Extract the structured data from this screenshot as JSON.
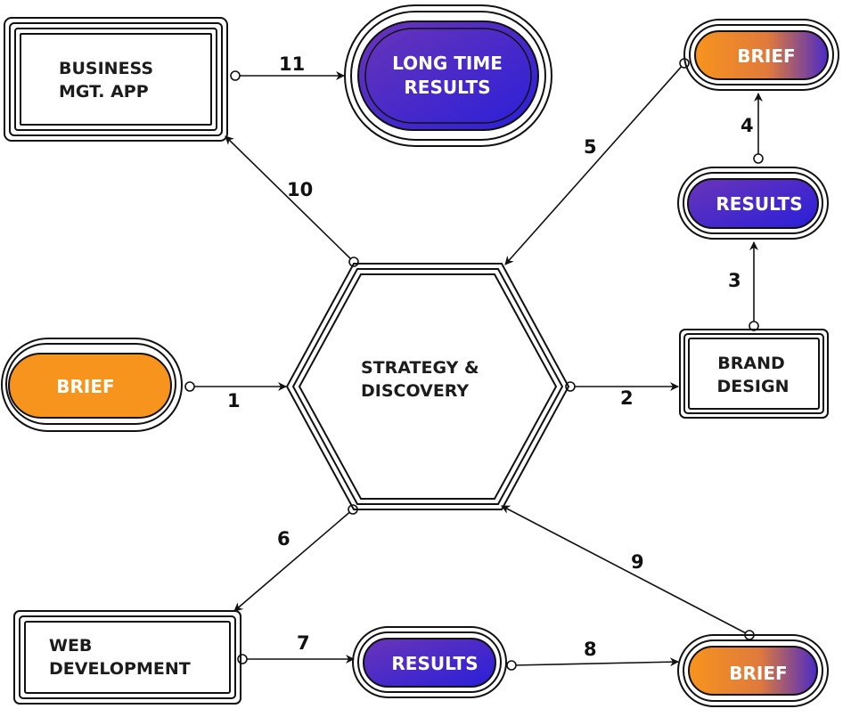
{
  "colors": {
    "orange": "#f7941d",
    "orange_dark": "#e8821a",
    "purple_start": "#6a35b8",
    "purple_end": "#2a1fd9",
    "stroke": "#111111"
  },
  "nodes": {
    "hub": {
      "line1": "STRATEGY &",
      "line2": "DISCOVERY"
    },
    "brief_left": {
      "label": "BRIEF"
    },
    "brand_design": {
      "line1": "BRAND",
      "line2": "DESIGN"
    },
    "results_right": {
      "label": "RESULTS"
    },
    "brief_top_right": {
      "label": "BRIEF"
    },
    "business_app": {
      "line1": "BUSINESS",
      "line2": "MGT. APP"
    },
    "long_time_results": {
      "line1": "LONG TIME",
      "line2": "RESULTS"
    },
    "web_development": {
      "line1": "WEB",
      "line2": "DEVELOPMENT"
    },
    "results_bottom": {
      "label": "RESULTS"
    },
    "brief_bottom_right": {
      "label": "BRIEF"
    }
  },
  "steps": [
    "1",
    "2",
    "3",
    "4",
    "5",
    "6",
    "7",
    "8",
    "9",
    "10",
    "11"
  ]
}
